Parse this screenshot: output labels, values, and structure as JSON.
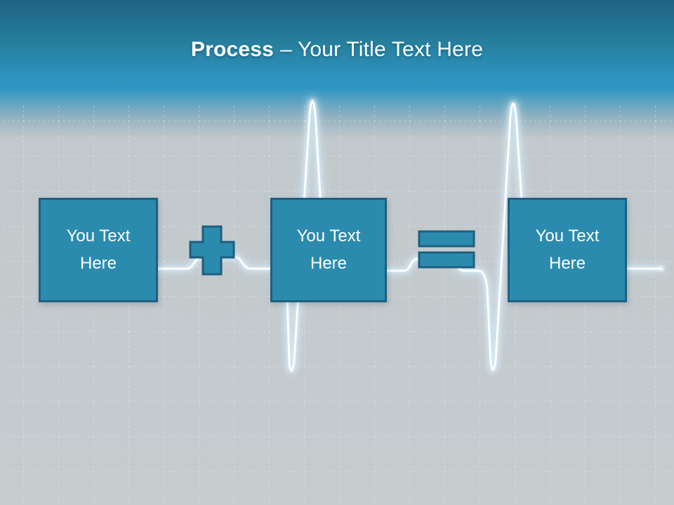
{
  "slide": {
    "title": {
      "bold": "Process",
      "rest": "– Your Title Text Here"
    }
  },
  "process": {
    "boxes": [
      {
        "label": "You Text Here"
      },
      {
        "label": "You Text Here"
      },
      {
        "label": "You Text Here"
      }
    ],
    "operators": [
      {
        "name": "plus"
      },
      {
        "name": "equals"
      }
    ],
    "background_motif": "ekg-heartbeat-line"
  },
  "colors": {
    "header_top_blue": "#1f6283",
    "header_bright_blue": "#2f96c2",
    "body_gray": "#c4cacd",
    "shape_fill": "#2b8bae",
    "shape_border": "#1d5f80",
    "title_text": "#ffffff",
    "box_text": "#ffffff",
    "ekg_core": "#ffffff",
    "ekg_glow": "#cfe6f4",
    "grid_dots": "#e8eef0"
  }
}
